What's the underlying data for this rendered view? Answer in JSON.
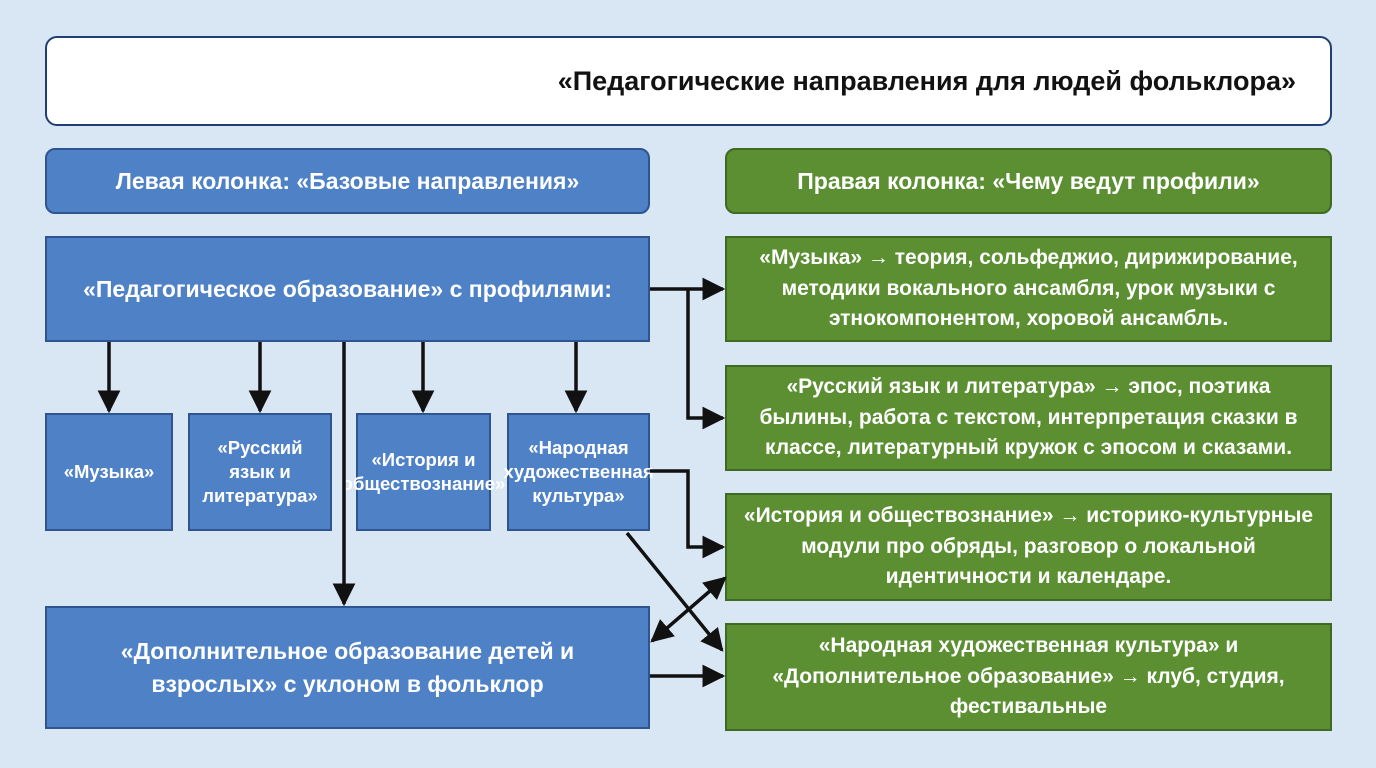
{
  "title": "«Педагогические направления для людей фольклора»",
  "left_header": "Левая колонка: «Базовые направления»",
  "right_header": "Правая колонка: «Чему ведут профили»",
  "left": {
    "pedagogical": "«Педагогическое образование» с профилями:",
    "profiles": [
      "«Музыка»",
      "«Русский язык и литература»",
      "«История и обществознание»",
      "«Народная художественная культура»"
    ],
    "additional": "«Дополнительное образование детей и взрослых» с уклоном в фольклор"
  },
  "right": [
    "«Музыка» → теория, сольфеджио, дирижирование, методики вокального ансамбля, урок музыки с этнокомпонентом, хоровой ансамбль.",
    "«Русский язык и литература» → эпос, поэтика былины, работа с текстом, интерпретация сказки в классе, литературный кружок с эпосом и сказами.",
    "«История и обществознание» → историко-культурные модули про обряды, разговор о локальной идентичности и календаре.",
    "«Народная художественная культура» и «Дополнительное образование» → клуб, студия, фестивальные"
  ],
  "colors": {
    "blue": "#4f81c7",
    "green": "#5b8f32",
    "arrow": "#111111",
    "background": "#d9e6f4"
  }
}
